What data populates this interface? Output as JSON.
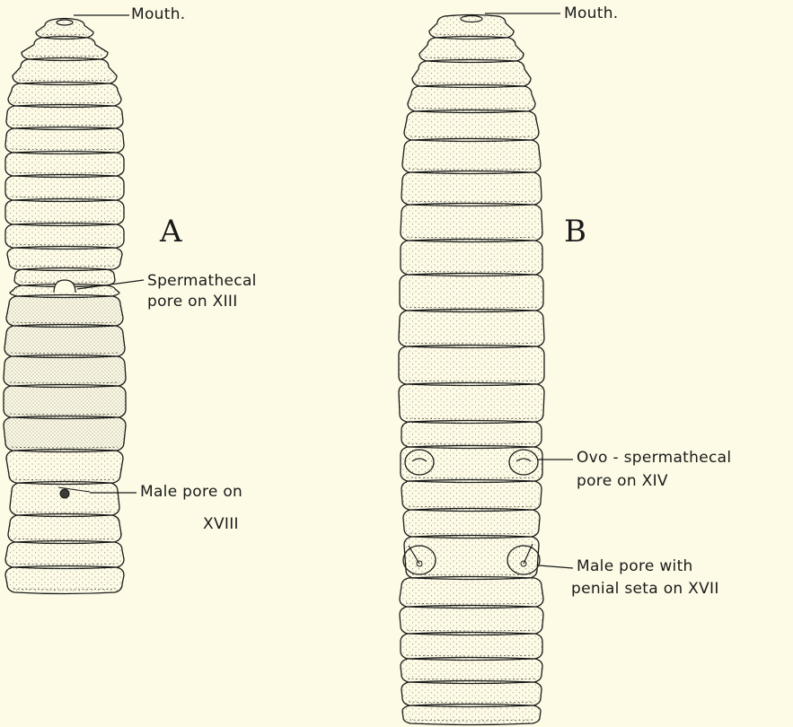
{
  "figure": {
    "panel_a": {
      "letter": "A",
      "labels": {
        "mouth": "Mouth.",
        "spermathecal_line1": "Spermathecal",
        "spermathecal_line2": "pore on XIII",
        "male_line1": "Male pore on",
        "male_line2": "XVIII"
      }
    },
    "panel_b": {
      "letter": "B",
      "labels": {
        "mouth": "Mouth.",
        "ovo_line1": "Ovo - spermathecal",
        "ovo_line2": "pore on XIV",
        "male_line1": "Male pore with",
        "male_line2": "penial seta on XVII"
      }
    },
    "colors": {
      "background": "#fdfbe6",
      "ink": "#1a1a1a",
      "stipple": "#6a6a60"
    }
  }
}
